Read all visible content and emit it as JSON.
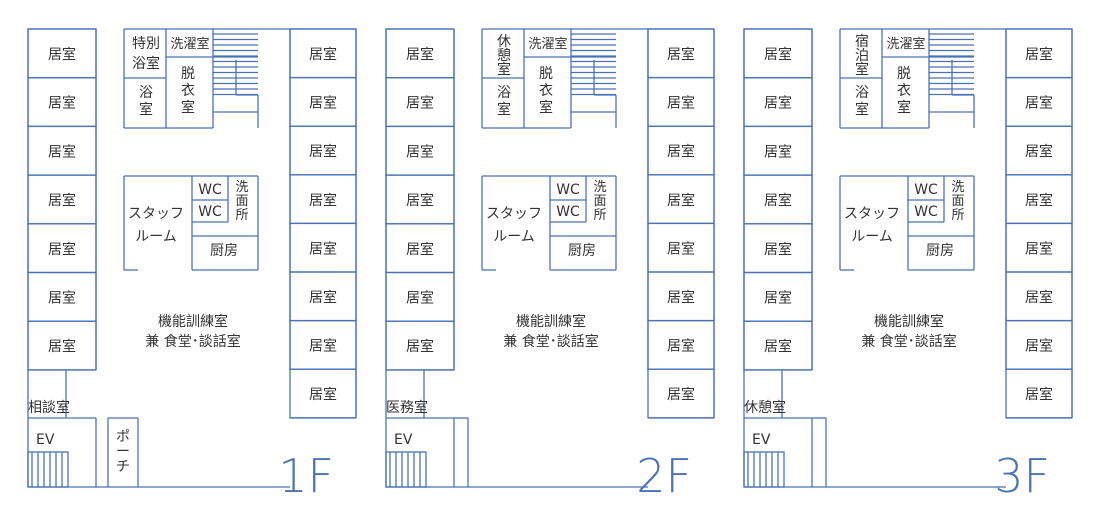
{
  "floors": [
    {
      "floor_label": "1F",
      "left_rooms": [
        "居室",
        "居室",
        "居室",
        "居室",
        "居室",
        "居室",
        "居室"
      ],
      "right_rooms": [
        "居室",
        "居室",
        "居室",
        "居室",
        "居室",
        "居室",
        "居室",
        "居室"
      ],
      "top_room_a": [
        "特別",
        "浴室"
      ],
      "top_room_bath": [
        "浴",
        "室"
      ],
      "laundry": "洗濯室",
      "dressing": [
        "脱",
        "衣",
        "室"
      ],
      "wc_upper": "WC",
      "wc_lower": "WC",
      "wash": [
        "洗",
        "面",
        "所"
      ],
      "staff": [
        "スタッフ",
        "ルーム"
      ],
      "kitchen": "厨房",
      "main_room": [
        "機能訓練室",
        "兼 食堂･談話室"
      ],
      "side_room": "相談室",
      "ev": "EV",
      "porch": [
        "ポ",
        "ー",
        "チ"
      ]
    },
    {
      "floor_label": "2F",
      "left_rooms": [
        "居室",
        "居室",
        "居室",
        "居室",
        "居室",
        "居室",
        "居室"
      ],
      "right_rooms": [
        "居室",
        "居室",
        "居室",
        "居室",
        "居室",
        "居室",
        "居室",
        "居室"
      ],
      "top_room_a": [
        "休",
        "憩",
        "室"
      ],
      "top_room_bath": [
        "浴",
        "室"
      ],
      "laundry": "洗濯室",
      "dressing": [
        "脱",
        "衣",
        "室"
      ],
      "wc_upper": "WC",
      "wc_lower": "WC",
      "wash": [
        "洗",
        "面",
        "所"
      ],
      "staff": [
        "スタッフ",
        "ルーム"
      ],
      "kitchen": "厨房",
      "main_room": [
        "機能訓練室",
        "兼 食堂･談話室"
      ],
      "side_room": "医務室",
      "ev": "EV"
    },
    {
      "floor_label": "3F",
      "left_rooms": [
        "居室",
        "居室",
        "居室",
        "居室",
        "居室",
        "居室",
        "居室"
      ],
      "right_rooms": [
        "居室",
        "居室",
        "居室",
        "居室",
        "居室",
        "居室",
        "居室",
        "居室"
      ],
      "top_room_a": [
        "宿",
        "泊",
        "室"
      ],
      "top_room_bath": [
        "浴",
        "室"
      ],
      "laundry": "洗濯室",
      "dressing": [
        "脱",
        "衣",
        "室"
      ],
      "wc_upper": "WC",
      "wc_lower": "WC",
      "wash": [
        "洗",
        "面",
        "所"
      ],
      "staff": [
        "スタッフ",
        "ルーム"
      ],
      "kitchen": "厨房",
      "main_room": [
        "機能訓練室",
        "兼 食堂･談話室"
      ],
      "side_room": "休憩室",
      "ev": "EV"
    }
  ]
}
